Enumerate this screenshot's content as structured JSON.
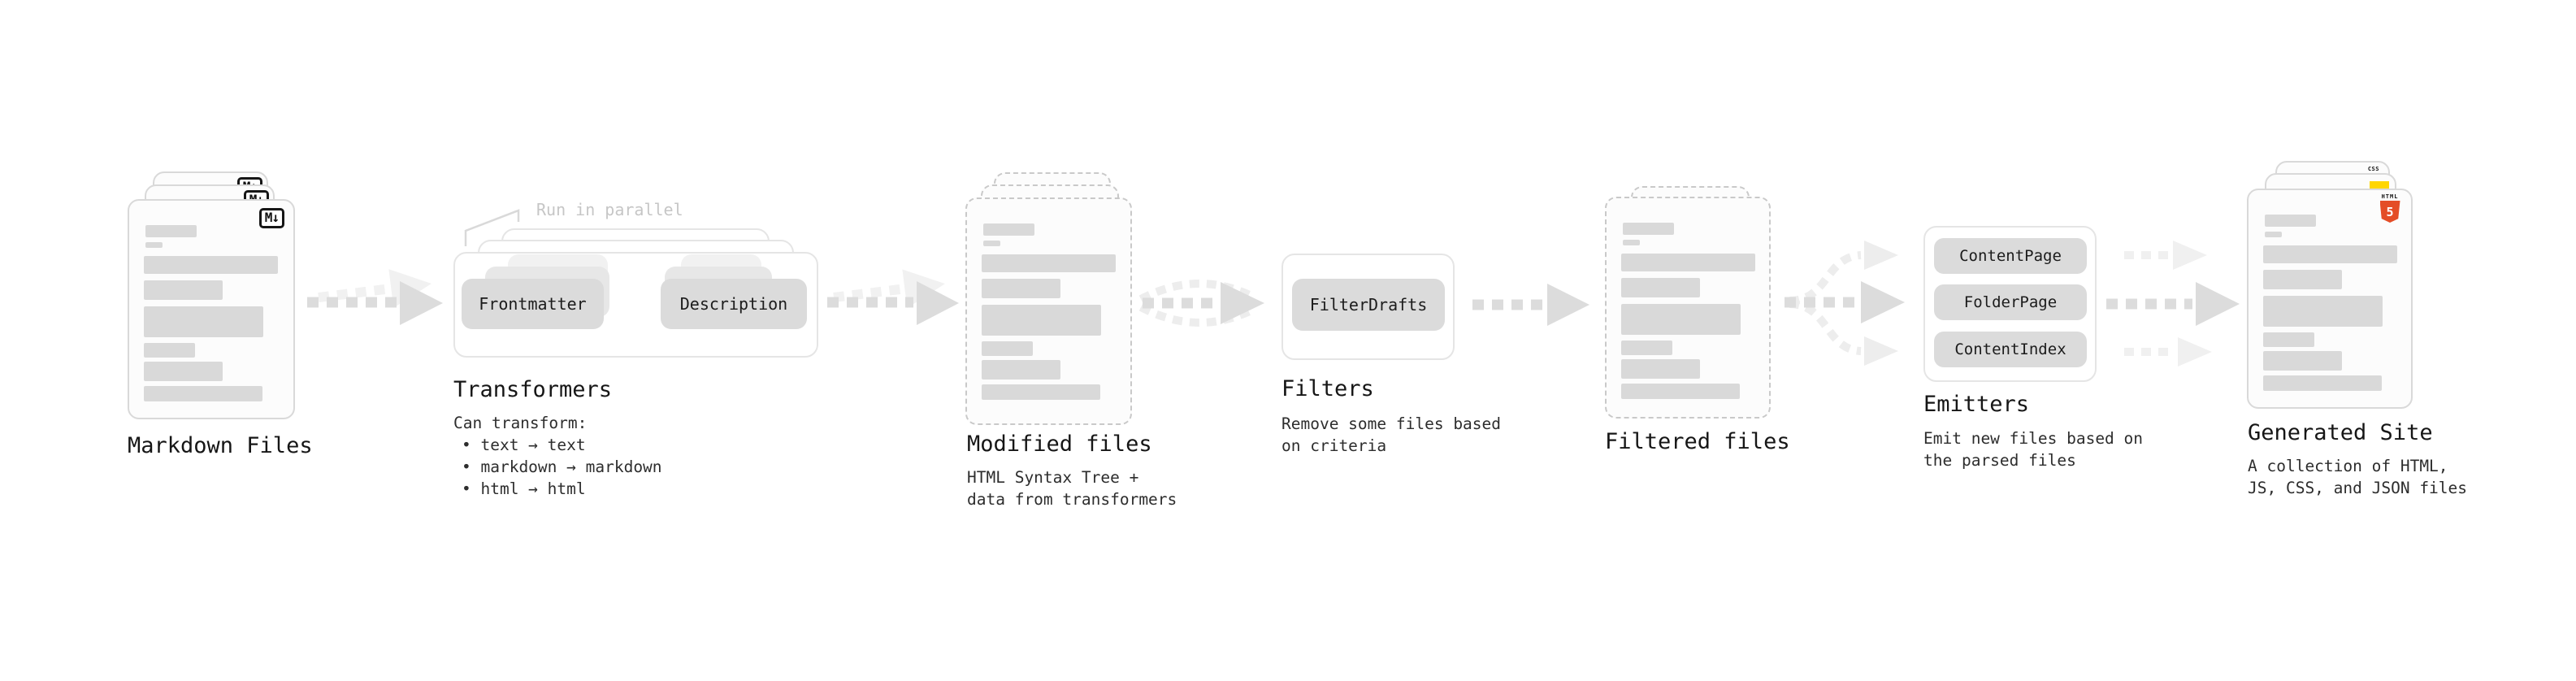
{
  "stages": {
    "markdown_files": {
      "title": "Markdown Files",
      "file_badge": "M↓"
    },
    "transformers": {
      "title": "Transformers",
      "annotation": "Run in parallel",
      "chip_input": "Frontmatter",
      "chip_output": "Description",
      "note_heading": "Can transform:",
      "note_bullets": [
        "• text → text",
        "• markdown → markdown",
        "• html → html"
      ]
    },
    "modified_files": {
      "title": "Modified files",
      "note_lines": [
        "HTML Syntax Tree +",
        "data from transformers"
      ]
    },
    "filters": {
      "title": "Filters",
      "chip": "FilterDrafts",
      "note_lines": [
        "Remove some files based",
        "on criteria"
      ]
    },
    "filtered_files": {
      "title": "Filtered files"
    },
    "emitters": {
      "title": "Emitters",
      "chips": [
        "ContentPage",
        "FolderPage",
        "ContentIndex"
      ],
      "note_lines": [
        "Emit new files based on",
        "the parsed files"
      ]
    },
    "generated_site": {
      "title": "Generated Site",
      "html5_badge": {
        "word": "HTML",
        "number": "5"
      },
      "css_badge": "CSS",
      "note_lines": [
        "A collection of HTML,",
        "JS, CSS, and JSON files"
      ]
    }
  },
  "colors": {
    "html5_orange": "#e44d26",
    "js_yellow": "#ffd600",
    "css_blue": "#2965f1",
    "arrow_dark": "#dcdcdc",
    "arrow_light": "#efefef",
    "placeholder_bar": "#d9d9d9"
  }
}
